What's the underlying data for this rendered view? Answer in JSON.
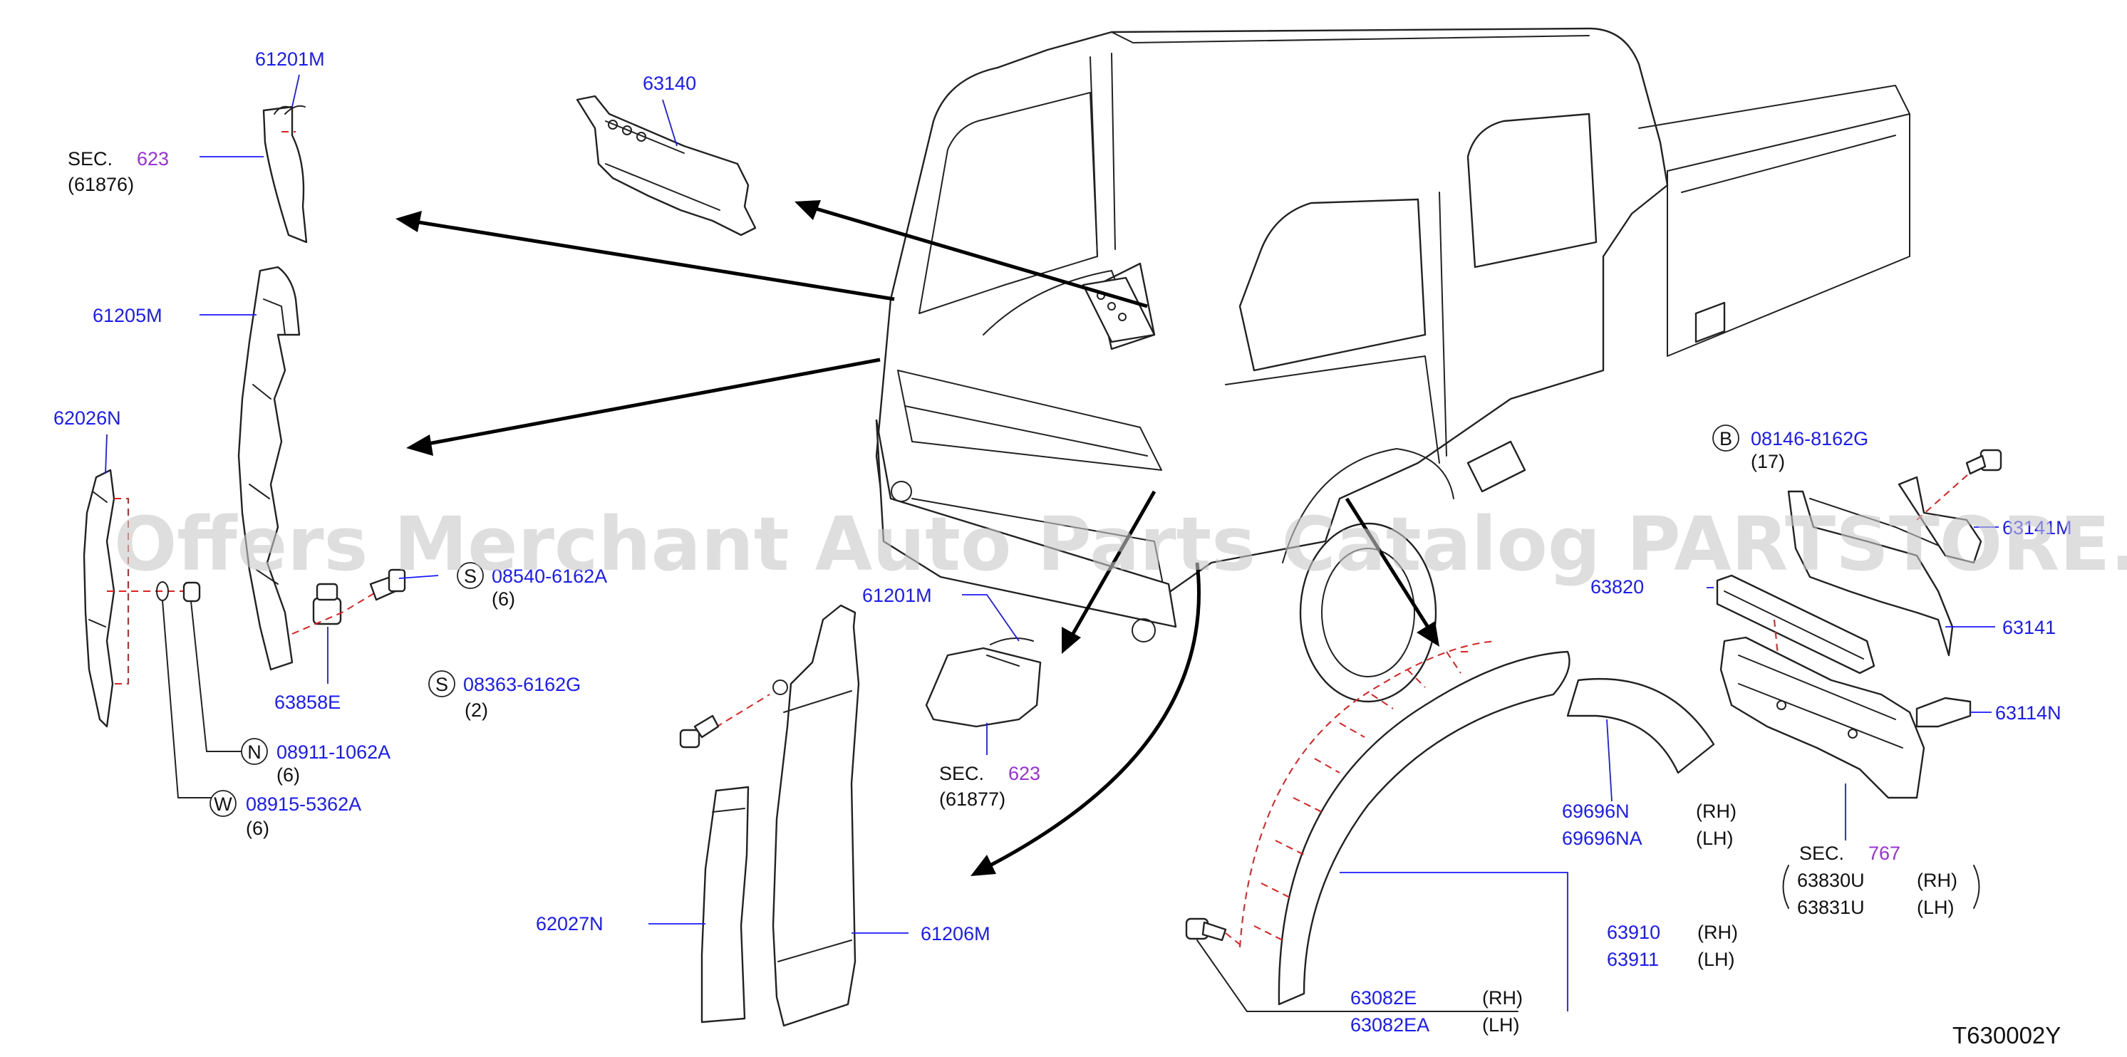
{
  "watermark": "Offers Merchant Auto Parts Catalog PARTSTORE.SA",
  "diagram_code": "T630002Y",
  "sec_word": "SEC.",
  "side": {
    "rh": "(RH)",
    "lh": "(LH)"
  },
  "callouts": {
    "p61201M_top": "61201M",
    "sec623_top": "623",
    "sec623_top_ref": "(61876)",
    "p63140": "63140",
    "p61205M": "61205M",
    "p62026N": "62026N",
    "p08540": "08540-6162A",
    "p08540_qty": "(6)",
    "p08363": "08363-6162G",
    "p08363_qty": "(2)",
    "p63858E": "63858E",
    "p08911": "08911-1062A",
    "p08911_qty": "(6)",
    "p08915": "08915-5362A",
    "p08915_qty": "(6)",
    "p61201M_mid": "61201M",
    "sec623_mid": "623",
    "sec623_mid_ref": "(61877)",
    "p62027N": "62027N",
    "p61206M": "61206M",
    "p08146": "08146-8162G",
    "p08146_qty": "(17)",
    "p63141M": "63141M",
    "p63820": "63820",
    "p63141": "63141",
    "p63114N": "63114N",
    "p69696N": "69696N",
    "p69696NA": "69696NA",
    "sec767": "767",
    "p63830U": "63830U",
    "p63831U": "63831U",
    "p63910": "63910",
    "p63911": "63911",
    "p63082E": "63082E",
    "p63082EA": "63082EA"
  },
  "symbols": {
    "S": "S",
    "N": "N",
    "W": "W",
    "B": "B"
  }
}
